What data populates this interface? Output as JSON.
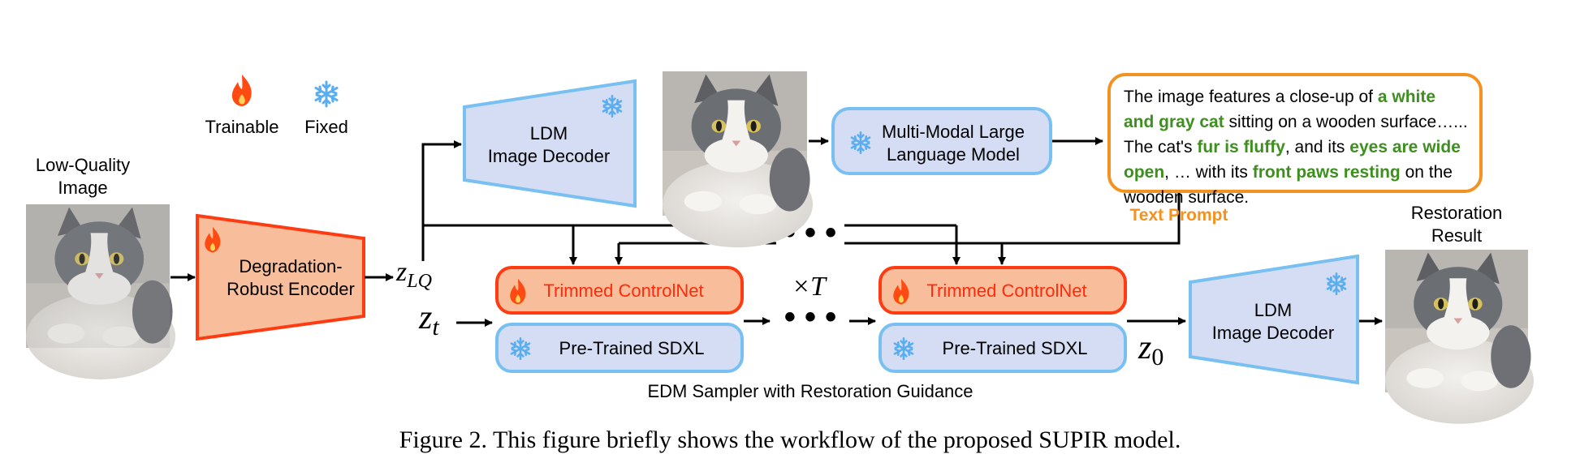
{
  "legend": {
    "trainable_label": "Trainable",
    "fixed_label": "Fixed",
    "flame_color": "#ff4a12",
    "snowflake_color": "#5aaef0"
  },
  "inputs": {
    "low_quality_line1": "Low-Quality",
    "low_quality_line2": "Image"
  },
  "encoder": {
    "line1": "Degradation-",
    "line2": "Robust Encoder"
  },
  "decoder_top": {
    "line1": "LDM",
    "line2": "Image Decoder"
  },
  "decoder_bottom": {
    "line1": "LDM",
    "line2": "Image Decoder"
  },
  "mllm": {
    "line1": "Multi-Modal Large",
    "line2": "Language Model"
  },
  "text_prompt": {
    "label": "Text Prompt",
    "segments": [
      {
        "text": "The image features a close-up of ",
        "highlight": false
      },
      {
        "text": "a white and gray cat",
        "highlight": true
      },
      {
        "text": " sitting on a wooden surface…... The cat's ",
        "highlight": false
      },
      {
        "text": "fur is fluffy",
        "highlight": true
      },
      {
        "text": ", and its ",
        "highlight": false
      },
      {
        "text": "eyes are wide open",
        "highlight": true
      },
      {
        "text": ", … with its ",
        "highlight": false
      },
      {
        "text": "front paws resting",
        "highlight": true
      },
      {
        "text": " on the wooden surface.",
        "highlight": false
      }
    ]
  },
  "controlnet": {
    "label": "Trimmed ControlNet"
  },
  "sdxl": {
    "label": "Pre-Trained SDXL"
  },
  "symbols": {
    "z_lq_main": "z",
    "z_lq_sub": "LQ",
    "z_t_main": "z",
    "z_t_sub": "t",
    "z_0_main": "z",
    "z_0_sub": "0",
    "times_t": "×T",
    "ellipsis": "• • •"
  },
  "sampler_label": "EDM Sampler with Restoration Guidance",
  "result": {
    "line1": "Restoration",
    "line2": "Result"
  },
  "caption": "Figure 2. This figure briefly shows the workflow of the proposed SUPIR model.",
  "colors": {
    "encoder_fill": "#f8bd9a",
    "encoder_stroke": "#ff3b12",
    "frozen_fill": "#d4ddf3",
    "frozen_stroke": "#78c0f2",
    "prompt_border": "#f39220",
    "highlight_text": "#3d8f1e"
  }
}
